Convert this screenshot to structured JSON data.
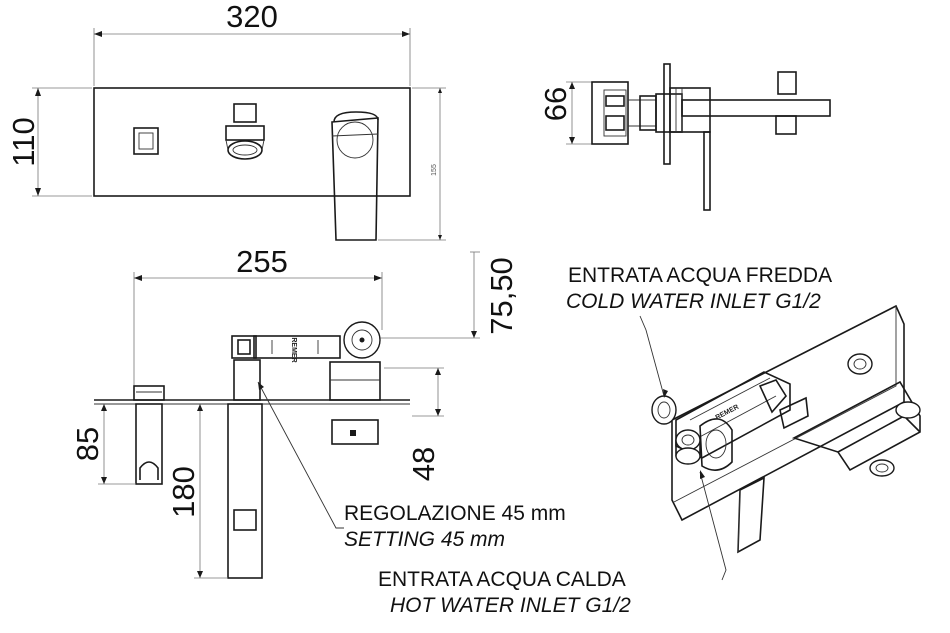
{
  "dimensions": {
    "front_width": "320",
    "front_height": "110",
    "front_small_note": "155",
    "side_depth": "66",
    "top_width": "255",
    "top_height_upper": "75,50",
    "top_height_lower": "48",
    "spout_left": "85",
    "spout_length": "180"
  },
  "callouts": {
    "cold_inlet_it": "ENTRATA ACQUA FREDDA",
    "cold_inlet_en": "COLD WATER INLET  G1/2",
    "setting_it": "REGOLAZIONE  45 mm",
    "setting_en": "SETTING  45 mm",
    "hot_inlet_it": "ENTRATA ACQUA CALDA",
    "hot_inlet_en": "HOT WATER INLET G1/2"
  },
  "markings": {
    "body_brand": "REMER"
  },
  "colors": {
    "line": "#1a1a1a",
    "dimension_line": "#777777",
    "background": "#ffffff"
  }
}
